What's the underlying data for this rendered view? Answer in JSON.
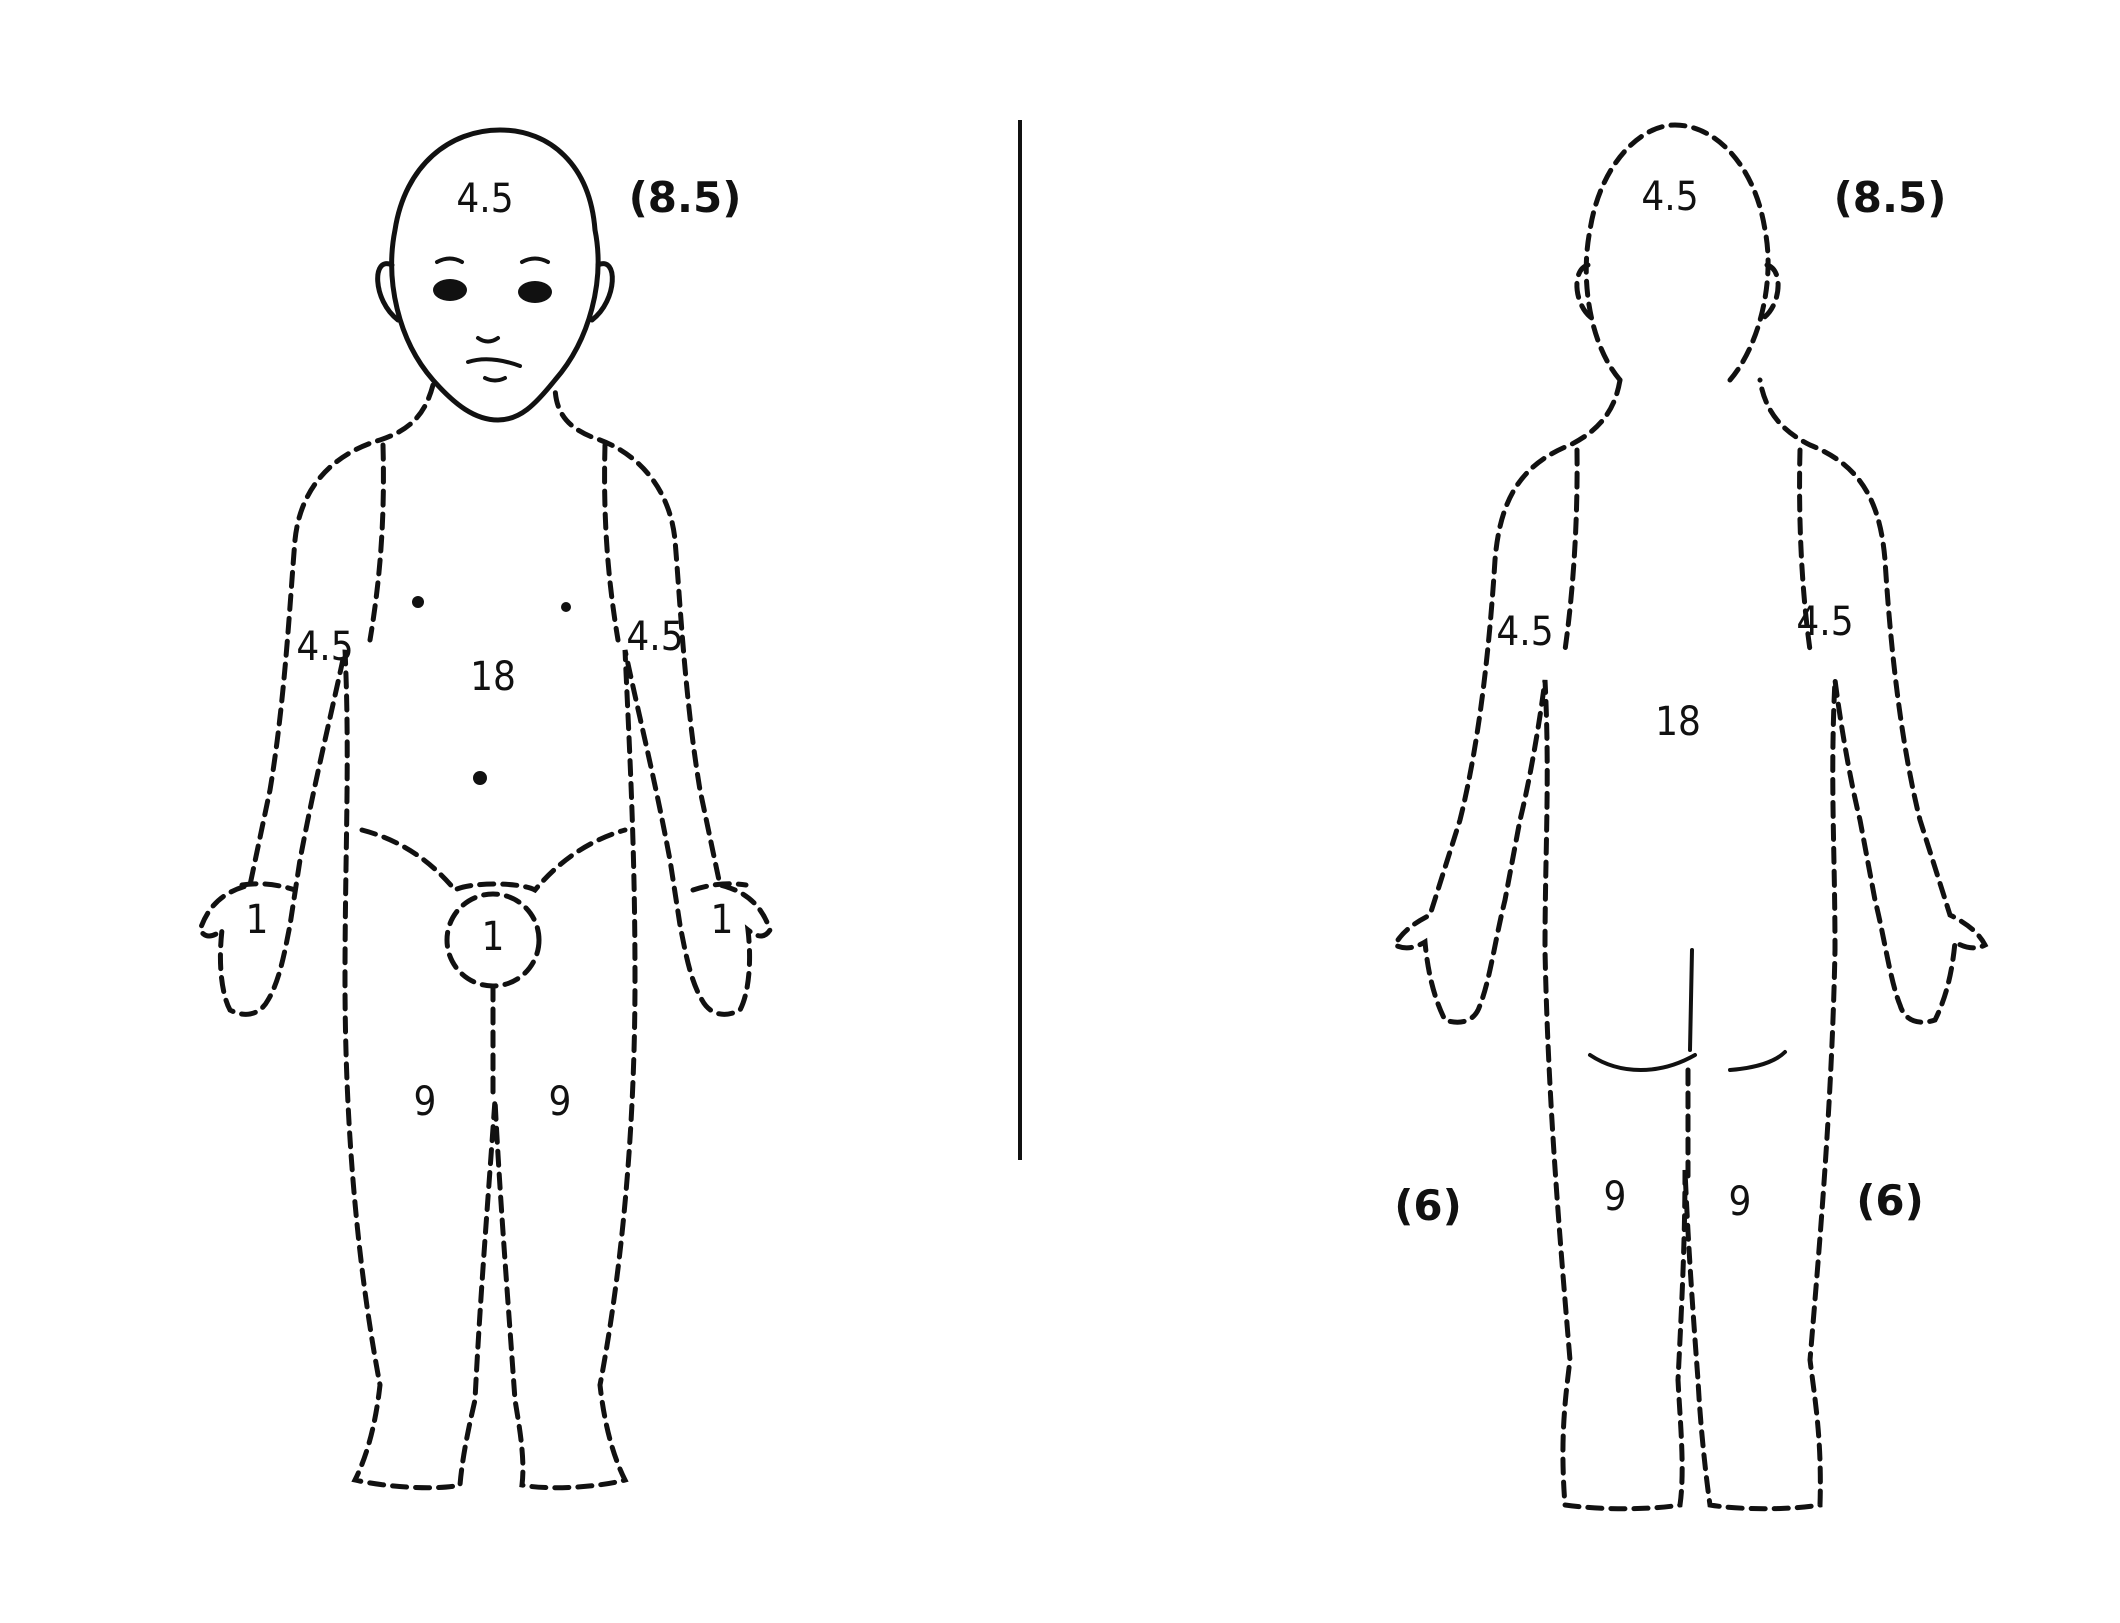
{
  "front": {
    "head": "4.5",
    "head_child": "(8.5)",
    "arm_right": "4.5",
    "arm_left": "4.5",
    "trunk": "18",
    "hand_right": "1",
    "hand_left": "1",
    "genitals": "1",
    "leg_right": "9",
    "leg_left": "9"
  },
  "back": {
    "head": "4.5",
    "head_child": "(8.5)",
    "arm_left": "4.5",
    "arm_right": "4.5",
    "trunk": "18",
    "leg_left": "9",
    "leg_right": "9",
    "leg_child_left": "(6)",
    "leg_child_right": "(6)"
  }
}
